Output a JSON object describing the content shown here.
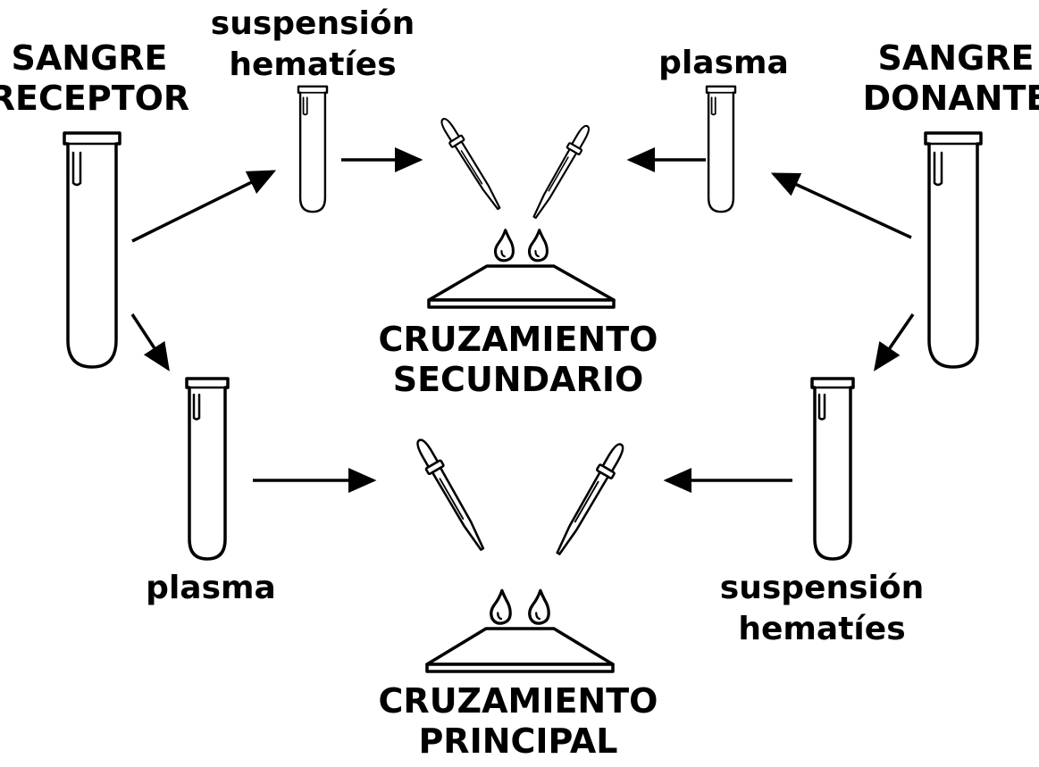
{
  "labels": {
    "recipient_blood": [
      "SANGRE",
      "RECEPTOR"
    ],
    "donor_blood": [
      "SANGRE",
      "DONANTE"
    ],
    "top_left_suspension": [
      "suspensión",
      "hematíes"
    ],
    "top_right_plasma": "plasma",
    "bottom_left_plasma": "plasma",
    "bottom_right_suspension": [
      "suspensión",
      "hematíes"
    ],
    "secondary_crossmatch": [
      "CRUZAMIENTO",
      "SECUNDARIO"
    ],
    "main_crossmatch": [
      "CRUZAMIENTO",
      "PRINCIPAL"
    ]
  },
  "colors": {
    "ink": "#000000",
    "background": "#ffffff"
  },
  "icons": [
    "test-tube-icon",
    "dropper-icon",
    "drop-icon",
    "slide-icon",
    "arrow-icon"
  ]
}
